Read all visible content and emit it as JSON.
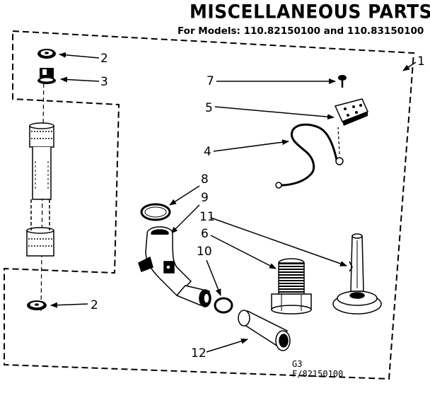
{
  "header": {
    "title": "MISCELLANEOUS PARTS",
    "subtitle": "For Models: 110.82150100 and 110.83150100"
  },
  "callouts": {
    "assembly": "1",
    "washer_top": "2",
    "washer_bottom": "2",
    "fitting": "3",
    "cord": "4",
    "bracket": "5",
    "cap": "6",
    "screw": "7",
    "clamp_ring": "8",
    "elbow": "9",
    "o_ring": "10",
    "stand_pin": "11",
    "sleeve": "12"
  },
  "footer": {
    "grid_ref": "G3",
    "drawing_number": "F/82150100"
  }
}
